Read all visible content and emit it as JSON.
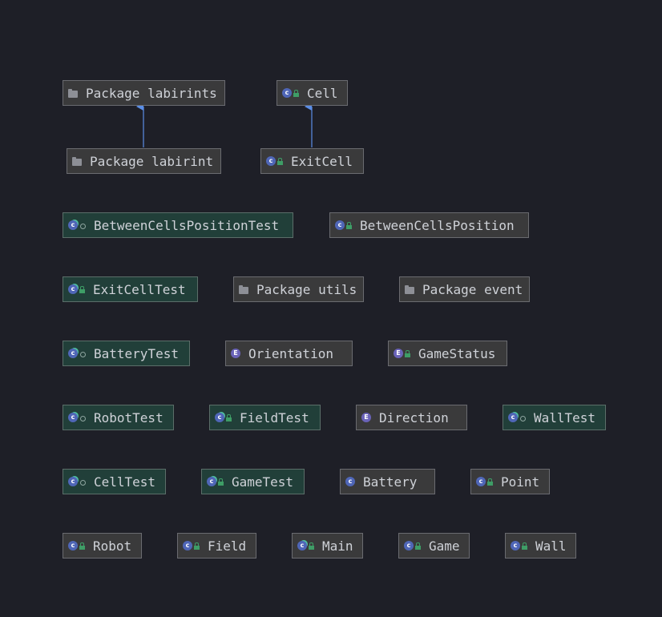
{
  "colors": {
    "background": "#1e1f27",
    "arrow": "#5b8ee6",
    "node_fill": "#3a3a3b",
    "test_node_fill": "#213f39"
  },
  "nodes": {
    "package_labirints": {
      "label": "Package labirints",
      "icon": "folder-icon"
    },
    "cell": {
      "label": "Cell",
      "icon": "class-icon"
    },
    "package_labirint": {
      "label": "Package labirint",
      "icon": "folder-icon"
    },
    "exit_cell": {
      "label": "ExitCell",
      "icon": "class-icon"
    },
    "between_cells_position_test": {
      "label": "BetweenCellsPositionTest",
      "icon": "test-class-icon"
    },
    "between_cells_position": {
      "label": "BetweenCellsPosition",
      "icon": "class-icon"
    },
    "exit_cell_test": {
      "label": "ExitCellTest",
      "icon": "test-class-icon"
    },
    "package_utils": {
      "label": "Package utils",
      "icon": "folder-icon"
    },
    "package_event": {
      "label": "Package event",
      "icon": "folder-icon"
    },
    "battery_test": {
      "label": "BatteryTest",
      "icon": "test-class-icon"
    },
    "orientation": {
      "label": "Orientation",
      "icon": "enum-icon"
    },
    "game_status": {
      "label": "GameStatus",
      "icon": "enum-icon"
    },
    "robot_test": {
      "label": "RobotTest",
      "icon": "test-class-icon"
    },
    "field_test": {
      "label": "FieldTest",
      "icon": "test-class-icon"
    },
    "direction": {
      "label": "Direction",
      "icon": "enum-icon"
    },
    "wall_test": {
      "label": "WallTest",
      "icon": "test-class-icon"
    },
    "cell_test": {
      "label": "CellTest",
      "icon": "test-class-icon"
    },
    "game_test": {
      "label": "GameTest",
      "icon": "test-class-icon"
    },
    "battery": {
      "label": "Battery",
      "icon": "class-icon"
    },
    "point": {
      "label": "Point",
      "icon": "class-icon"
    },
    "robot": {
      "label": "Robot",
      "icon": "class-icon"
    },
    "field": {
      "label": "Field",
      "icon": "class-icon"
    },
    "main": {
      "label": "Main",
      "icon": "runnable-class-icon"
    },
    "game": {
      "label": "Game",
      "icon": "class-icon"
    },
    "wall": {
      "label": "Wall",
      "icon": "class-icon"
    }
  },
  "edges": [
    {
      "from": "package_labirint",
      "to": "package_labirints",
      "type": "inheritance"
    },
    {
      "from": "exit_cell",
      "to": "cell",
      "type": "inheritance"
    }
  ]
}
